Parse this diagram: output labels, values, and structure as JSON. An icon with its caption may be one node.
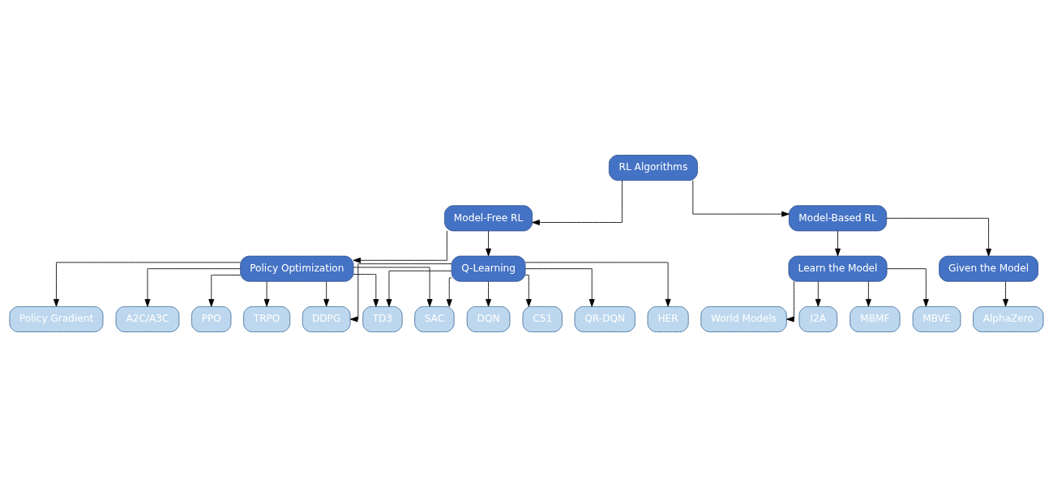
{
  "diagram": {
    "nodes": [
      {
        "text": [
          "RL Algorithms"
        ]
      },
      {
        "text": [
          "Model-Free RL"
        ]
      },
      {
        "text": [
          "Model-Based RL"
        ]
      },
      {
        "text": [
          "Policy Optimization"
        ]
      },
      {
        "text": [
          "Q-Learning"
        ]
      },
      {
        "text": [
          "Learn the Model"
        ]
      },
      {
        "text": [
          "Given the Model"
        ]
      },
      {
        "text": [
          "Policy Gradient"
        ]
      },
      {
        "text": [
          "A2C/A3C"
        ]
      },
      {
        "text": [
          "PPO"
        ]
      },
      {
        "text": [
          "TRPO"
        ]
      },
      {
        "text": [
          "DDPG"
        ]
      },
      {
        "text": [
          "TD3"
        ]
      },
      {
        "text": [
          "SAC"
        ]
      },
      {
        "text": [
          "DQN"
        ]
      },
      {
        "text": [
          "C51"
        ]
      },
      {
        "text": [
          "QR-DQN"
        ]
      },
      {
        "text": [
          "HER"
        ]
      },
      {
        "text": [
          "World Models"
        ]
      },
      {
        "text": [
          "I2A"
        ]
      },
      {
        "text": [
          "MBMF"
        ]
      },
      {
        "text": [
          "MBVE"
        ]
      },
      {
        "text": [
          "AlphaZero"
        ]
      }
    ],
    "edges": [
      {
        "from": 0,
        "to": 1,
        "arrow": "to"
      },
      {
        "from": 0,
        "to": 2,
        "arrow": "to"
      },
      {
        "from": 1,
        "to": 3,
        "arrow": "to"
      },
      {
        "from": 1,
        "to": 4,
        "arrow": "to"
      },
      {
        "from": 2,
        "to": 5,
        "arrow": "to"
      },
      {
        "from": 2,
        "to": 6,
        "arrow": "to"
      },
      {
        "from": 3,
        "to": 7,
        "arrow": "to"
      },
      {
        "from": 3,
        "to": 8,
        "arrow": "to"
      },
      {
        "from": 3,
        "to": 9,
        "arrow": "to"
      },
      {
        "from": 3,
        "to": 10,
        "arrow": "to"
      },
      {
        "from": 3,
        "to": 11,
        "arrow": "to"
      },
      {
        "from": 3,
        "to": 12,
        "arrow": "to"
      },
      {
        "from": 3,
        "to": 13,
        "arrow": "to"
      },
      {
        "from": 4,
        "to": 11,
        "arrow": "to"
      },
      {
        "from": 4,
        "to": 12,
        "arrow": "to"
      },
      {
        "from": 4,
        "to": 13,
        "arrow": "to"
      },
      {
        "from": 4,
        "to": 14,
        "arrow": "to"
      },
      {
        "from": 4,
        "to": 15,
        "arrow": "to"
      },
      {
        "from": 4,
        "to": 16,
        "arrow": "to"
      },
      {
        "from": 4,
        "to": 17,
        "arrow": "to"
      },
      {
        "from": 5,
        "to": 18,
        "arrow": "to"
      },
      {
        "from": 5,
        "to": 19,
        "arrow": "to"
      },
      {
        "from": 5,
        "to": 20,
        "arrow": "to"
      },
      {
        "from": 5,
        "to": 21,
        "arrow": "to"
      },
      {
        "from": 6,
        "to": 22,
        "arrow": "to"
      }
    ]
  }
}
